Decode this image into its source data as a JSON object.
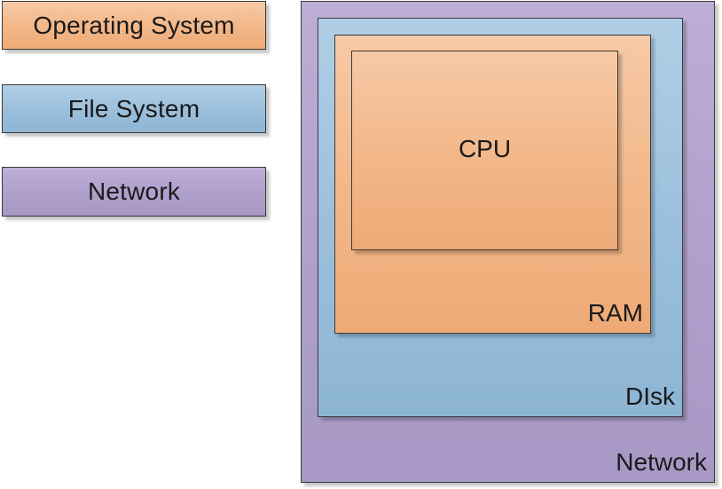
{
  "legend": {
    "items": [
      {
        "label": "Operating System",
        "color": "#f2b88a"
      },
      {
        "label": "File System",
        "color": "#9cc0dc"
      },
      {
        "label": "Network",
        "color": "#b0a0cc"
      }
    ]
  },
  "diagram": {
    "network_label": "Network",
    "disk_label": "DIsk",
    "ram_label": "RAM",
    "cpu_label": "CPU"
  }
}
